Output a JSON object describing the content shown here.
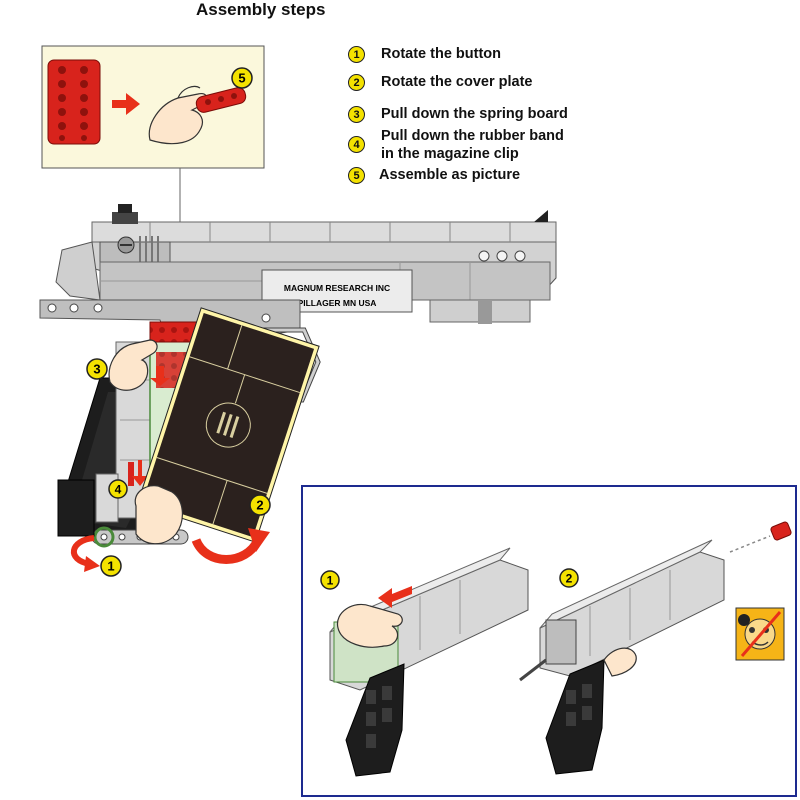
{
  "title": "Assembly steps",
  "steps": [
    {
      "num": "1",
      "text": "Rotate the button"
    },
    {
      "num": "2",
      "text": "Rotate the cover plate"
    },
    {
      "num": "3",
      "text": "Pull down the spring board"
    },
    {
      "num": "4",
      "lines": [
        "Pull down the rubber band",
        "in the magazine clip"
      ]
    },
    {
      "num": "5",
      "text": "Assemble as picture"
    }
  ],
  "gun_engraving": [
    "MAGNUM   RESEARCH   INC",
    "PILLAGER   MN   USA"
  ],
  "callouts": {
    "inset": "5",
    "hand_top": "3",
    "hand_bottom": "4",
    "rotate_plate": "2",
    "rotate_button": "1"
  },
  "bottom_panel": {
    "label_left": "1",
    "label_right": "2",
    "border_color": "#1d2a8f"
  },
  "colors": {
    "badge": "#f4e200",
    "brick_red": "#d8231c",
    "arrow_red": "#e8301a",
    "inset_bg": "#fbf8dc",
    "gun_grey": "#c9c9c9"
  }
}
